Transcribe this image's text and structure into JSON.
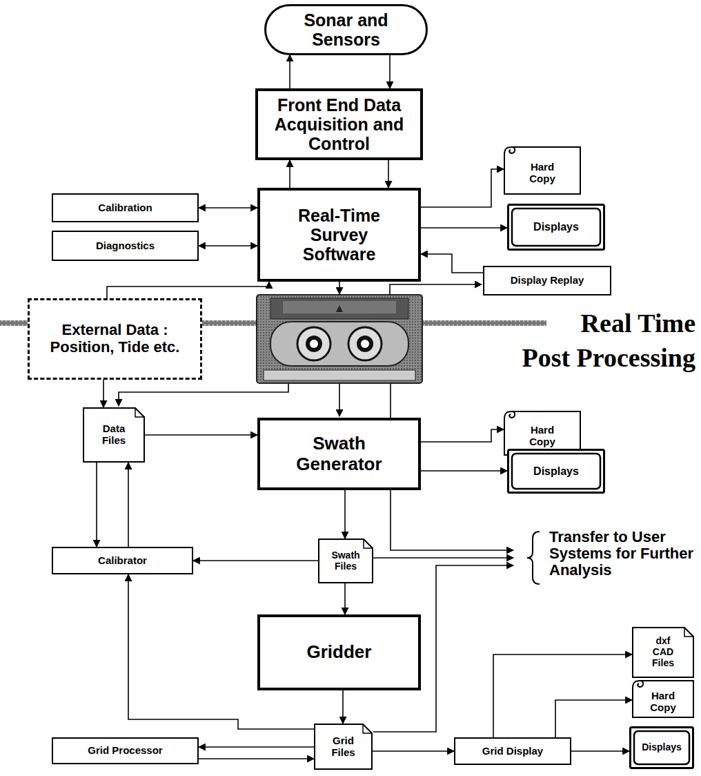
{
  "diagram": {
    "nodes": [
      {
        "text": [
          "Sonar and Sensors"
        ]
      },
      {
        "text": [
          "Front End Data Acquisition and Control"
        ]
      },
      {
        "text": [
          "Hard Copy"
        ]
      },
      {
        "text": [
          "Calibration"
        ]
      },
      {
        "text": [
          "Real-Time Survey Software"
        ]
      },
      {
        "text": [
          "Displays"
        ]
      },
      {
        "text": [
          "Diagnostics"
        ]
      },
      {
        "text": [
          "Display Replay"
        ]
      },
      {
        "text": [
          "External Data : Position, Tide etc."
        ]
      },
      {
        "text": [
          "Data Files"
        ]
      },
      {
        "text": [
          "Swath Generator"
        ]
      },
      {
        "text": [
          "Hard Copy"
        ]
      },
      {
        "text": [
          "Displays"
        ]
      },
      {
        "text": [
          "Calibrator"
        ]
      },
      {
        "text": [
          "Swath Files"
        ]
      },
      {
        "text": [
          "Gridder"
        ]
      },
      {
        "text": [
          "dxf CAD Files"
        ]
      },
      {
        "text": [
          "Hard Copy"
        ]
      },
      {
        "text": [
          "Grid Processor"
        ]
      },
      {
        "text": [
          "Grid Files"
        ]
      },
      {
        "text": [
          "Grid Display"
        ]
      },
      {
        "text": [
          "Displays"
        ]
      }
    ],
    "edges": [
      {
        "from": 1,
        "to": 0,
        "arrow": "to"
      },
      {
        "from": 0,
        "to": 1,
        "arrow": "to"
      },
      {
        "from": 4,
        "to": 1,
        "arrow": "to"
      },
      {
        "from": 1,
        "to": 4,
        "arrow": "to"
      },
      {
        "from": 4,
        "to": 2,
        "arrow": "to"
      },
      {
        "from": 4,
        "to": 5,
        "arrow": "to"
      },
      {
        "from": 3,
        "to": 4,
        "arrow": "both"
      },
      {
        "from": 6,
        "to": 4,
        "arrow": "both"
      },
      {
        "from": 7,
        "to": 4,
        "arrow": "to"
      },
      {
        "from": 8,
        "to": 4,
        "arrow": "to"
      },
      {
        "from": 8,
        "to": 9,
        "arrow": "to"
      },
      {
        "from": 9,
        "to": 10,
        "arrow": "to"
      },
      {
        "from": 9,
        "to": 13,
        "arrow": "to"
      },
      {
        "from": 13,
        "to": 9,
        "arrow": "to"
      },
      {
        "from": 10,
        "to": 11,
        "arrow": "to"
      },
      {
        "from": 10,
        "to": 12,
        "arrow": "to"
      },
      {
        "from": 10,
        "to": 14,
        "arrow": "to"
      },
      {
        "from": 14,
        "to": 13,
        "arrow": "to"
      },
      {
        "from": 14,
        "to": 15,
        "arrow": "to"
      },
      {
        "from": 15,
        "to": 19,
        "arrow": "to"
      },
      {
        "from": 19,
        "to": 13,
        "arrow": "to"
      },
      {
        "from": 19,
        "to": 18,
        "arrow": "to"
      },
      {
        "from": 18,
        "to": 19,
        "arrow": "to"
      },
      {
        "from": 19,
        "to": 20,
        "arrow": "to"
      },
      {
        "from": 20,
        "to": 16,
        "arrow": "to"
      },
      {
        "from": 20,
        "to": 17,
        "arrow": "to"
      },
      {
        "from": 20,
        "to": 21,
        "arrow": "to"
      }
    ],
    "labels": [
      "Real Time",
      "Post Processing",
      "Transfer to User Systems for Further Analysis"
    ]
  }
}
